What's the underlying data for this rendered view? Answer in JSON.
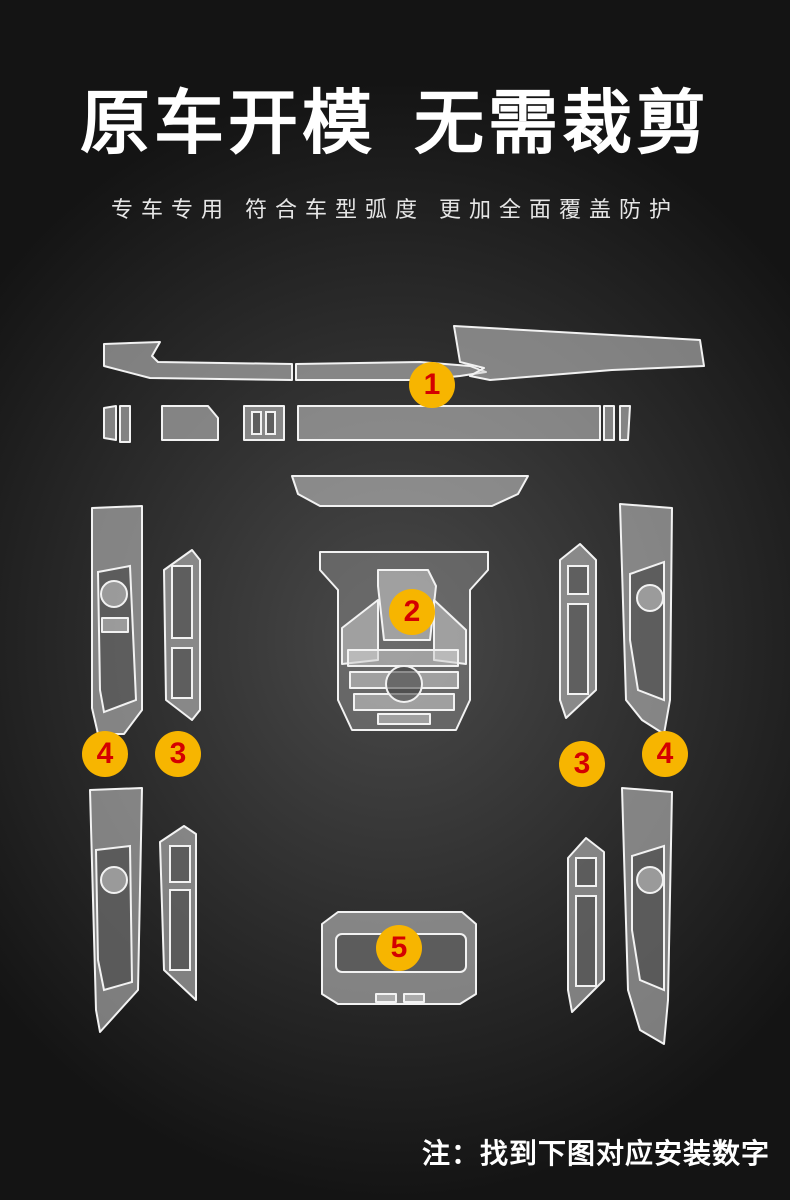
{
  "header": {
    "title_part1": "原车开模",
    "title_part2": "无需裁剪",
    "subtitle": [
      "专车专用",
      "符合车型弧度",
      "更加全面覆盖防护"
    ]
  },
  "badges": {
    "b1": "1",
    "b2": "2",
    "b3_left": "3",
    "b3_right": "3",
    "b4_left": "4",
    "b4_right": "4",
    "b5": "5"
  },
  "footer": {
    "note": "注：找到下图对应安装数字"
  },
  "colors": {
    "badge_fill": "#f7b500",
    "badge_text": "#d40000",
    "text": "#ffffff"
  }
}
